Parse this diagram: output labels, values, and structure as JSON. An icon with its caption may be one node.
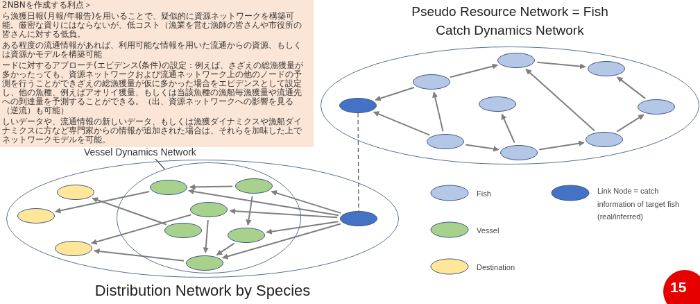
{
  "diagram": {
    "nodes": [
      {
        "text": [
          "Pseudo Resource Network = Fish Catch Dynamics Network"
        ]
      },
      {
        "text": [],
        "shape": "ellipse",
        "in": 0
      },
      {
        "text": [],
        "shape": "ellipse",
        "in": 0
      },
      {
        "text": [],
        "shape": "ellipse",
        "in": 0
      },
      {
        "text": [],
        "shape": "ellipse",
        "in": 0
      },
      {
        "text": [],
        "shape": "ellipse",
        "in": 0
      },
      {
        "text": [],
        "shape": "ellipse",
        "in": 0
      },
      {
        "text": [],
        "shape": "ellipse",
        "in": 0
      },
      {
        "text": [],
        "shape": "ellipse",
        "in": 0
      },
      {
        "text": [],
        "shape": "ellipse",
        "in": 0
      },
      {
        "text": [
          "Vessel Dynamics Network"
        ]
      },
      {
        "text": [
          "Distribution Network by Species"
        ]
      },
      {
        "text": [],
        "shape": "ellipse",
        "in": 11
      },
      {
        "text": [],
        "shape": "ellipse",
        "in": 12
      },
      {
        "text": [],
        "shape": "ellipse",
        "in": 12
      },
      {
        "text": [],
        "shape": "ellipse",
        "in": 12
      },
      {
        "text": [],
        "shape": "ellipse",
        "in": 12
      },
      {
        "text": [],
        "shape": "ellipse",
        "in": 12
      },
      {
        "text": [],
        "shape": "ellipse",
        "in": 12
      },
      {
        "text": [],
        "shape": "ellipse",
        "in": 11
      },
      {
        "text": [],
        "shape": "ellipse",
        "in": 11
      },
      {
        "text": [],
        "shape": "ellipse",
        "in": 11
      },
      {
        "text": [],
        "shape": "ellipse",
        "in": 11
      }
    ],
    "edges": [
      {
        "from": 3,
        "to": 1,
        "arrow": "to"
      },
      {
        "from": 1,
        "to": 2,
        "arrow": "to"
      },
      {
        "from": 3,
        "to": 4,
        "arrow": "to"
      },
      {
        "from": 8,
        "to": 4,
        "arrow": "to"
      },
      {
        "from": 8,
        "to": 3,
        "arrow": "to"
      },
      {
        "from": 9,
        "to": 5,
        "arrow": "to"
      },
      {
        "from": 8,
        "to": 9,
        "arrow": "to"
      },
      {
        "from": 9,
        "to": 7,
        "arrow": "to"
      },
      {
        "from": 7,
        "to": 1,
        "arrow": "to"
      },
      {
        "from": 7,
        "to": 6,
        "arrow": "to"
      },
      {
        "from": 6,
        "to": 2,
        "arrow": "to"
      },
      {
        "from": 4,
        "to": 22,
        "arrow": "none",
        "style": "dashed"
      },
      {
        "from": 10,
        "to": 12,
        "arrow": "none"
      },
      {
        "from": 13,
        "to": 14,
        "arrow": "to"
      },
      {
        "from": 22,
        "to": 13,
        "arrow": "to"
      },
      {
        "from": 22,
        "to": 14,
        "arrow": "to"
      },
      {
        "from": 22,
        "to": 15,
        "arrow": "to"
      },
      {
        "from": 22,
        "to": 17,
        "arrow": "to"
      },
      {
        "from": 22,
        "to": 18,
        "arrow": "to"
      },
      {
        "from": 13,
        "to": 17,
        "arrow": "to"
      },
      {
        "from": 15,
        "to": 18,
        "arrow": "to"
      },
      {
        "from": 17,
        "to": 18,
        "arrow": "to"
      },
      {
        "from": 14,
        "to": 20,
        "arrow": "to"
      },
      {
        "from": 16,
        "to": 19,
        "arrow": "to"
      },
      {
        "from": 15,
        "to": 21,
        "arrow": "to"
      },
      {
        "from": 18,
        "to": 21,
        "arrow": "to"
      }
    ],
    "labels": [
      "2NBNを作成する利点＞",
      "ら漁獲日報(月報/年報告)を用いることで、疑似的に資源ネットワークを構築可能。厳密な資りにはならないが、低コスト（漁業を営む漁師の皆さんや市役所の皆さんに対する低負。",
      "ある程度の流通情報があれば、利用可能な情報を用いた流通からの資源、もしくは資源かモデルを構築可能",
      "ードに対するアプローチ(エビデンス(条件)の設定：例えば、さざえの総漁獲量が多かったっても、資源ネットワークおよび流通ネットワーク上の他のノードの予測を行うことができざえの総漁獲量が仮に多かった場合をエビデンスとして設定し、他の魚種、例えばアオリイ獲量、もしくは当該魚種の漁船毎漁獲量や流通先への到達量を予測することができる。（出、資源ネットワークへの影響を見る（逆流）も可能）",
      "しいデータや、流通情報の新しいデータ、もしくは漁獲ダイナミクスや漁船ダイナミクスに方など専門家からの情報が追加された場合は、それらを加味した上でネットワークモデルを可能。",
      "15"
    ],
    "legend": [
      {
        "text": "Fish",
        "color": "#b4c7e7"
      },
      {
        "text": "Vessel",
        "color": "#a9d18e"
      },
      {
        "text": "Destination",
        "color": "#ffe699"
      },
      {
        "text": "Link Node = catch information of target fish (real/inferred)",
        "color": "#4472c4"
      }
    ]
  }
}
